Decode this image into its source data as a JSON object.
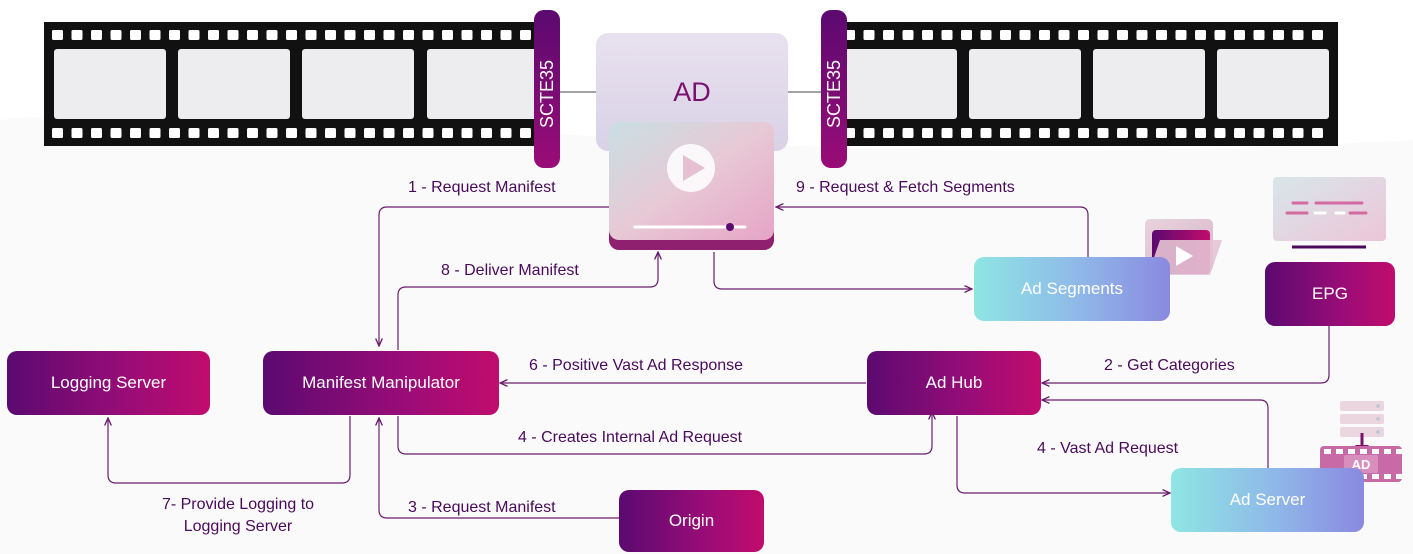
{
  "ad_clip": {
    "label": "AD"
  },
  "markers": {
    "left": "SCTE35",
    "right": "SCTE35"
  },
  "nodes": {
    "logging_server": "Logging Server",
    "manifest_manipulator": "Manifest Manipulator",
    "ad_hub": "Ad Hub",
    "origin": "Origin",
    "ad_segments": "Ad Segments",
    "epg": "EPG",
    "ad_server": "Ad Server",
    "ad_badge": "AD"
  },
  "steps": {
    "s1": "1 - Request Manifest",
    "s2": "2 - Get Categories",
    "s3": "3 - Request Manifest",
    "s4a": "4 - Creates Internal Ad Request",
    "s4b": "4 - Vast Ad Request",
    "s6": "6 - Positive Vast Ad Response",
    "s7_line1": "7- Provide Logging to",
    "s7_line2": "Logging Server",
    "s8": "8 - Deliver Manifest",
    "s9": "9 - Request & Fetch Segments"
  },
  "colors": {
    "accent": "#8a0f72",
    "purple_start": "#5b0a70",
    "purple_end": "#c10c6d",
    "aqua_start": "#8ee6e3",
    "aqua_end": "#8a89e0",
    "line": "#6a1d6e"
  }
}
